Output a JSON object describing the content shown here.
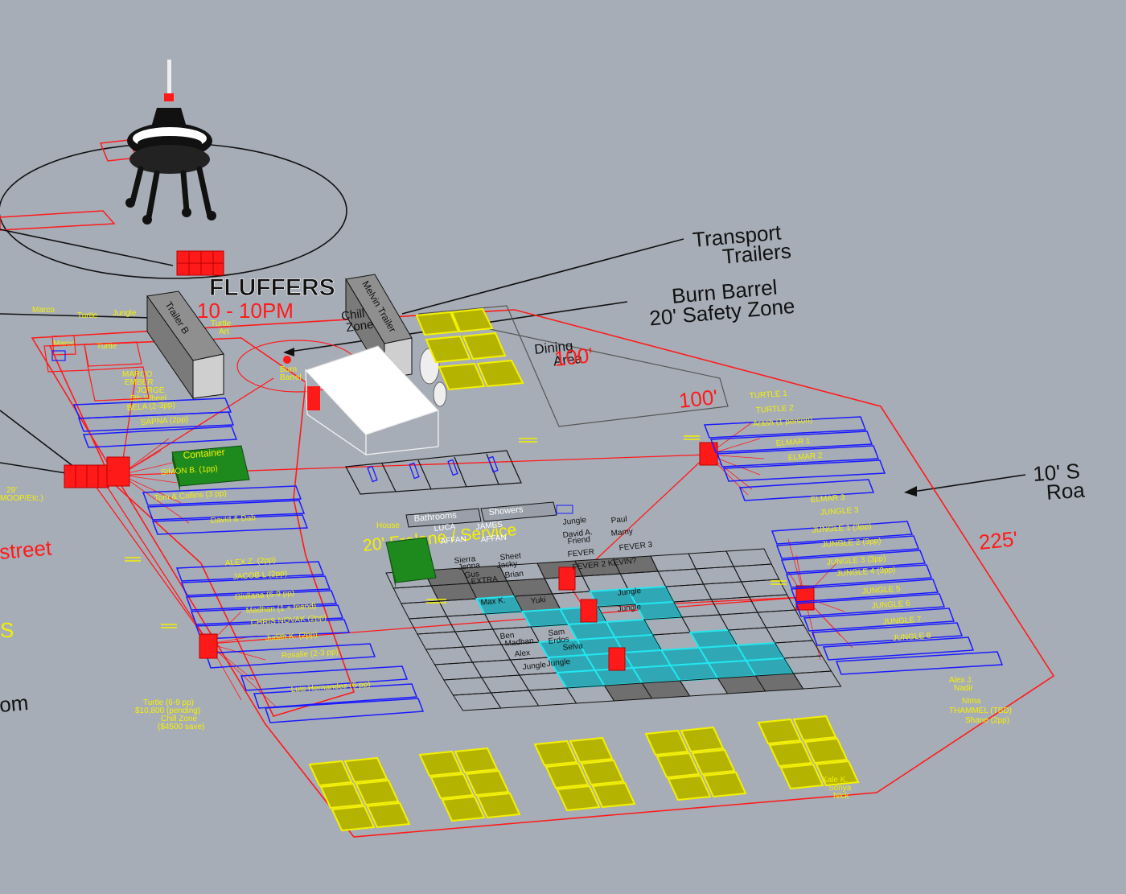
{
  "callouts": {
    "transport": [
      "Transport",
      "Trailers"
    ],
    "burn_barrel": [
      "Burn Barrel",
      "20' Safety Zone"
    ],
    "road": [
      "10' S",
      "Roa"
    ]
  },
  "dimensions": {
    "d100_top": "100'",
    "d100_right": "100'",
    "d225": "225'",
    "time_range": "10 - 10PM"
  },
  "left_edge": {
    "street": "street",
    "om": "om",
    "s": "S",
    "moop": [
      "29'",
      "MOOP/Etc.)"
    ]
  },
  "structures": {
    "fluffers": "FLUFFERS",
    "trailer_left": "Trailer B",
    "trailer_right": "Melvin Trailer",
    "chill_zone": [
      "Chill",
      "Zone"
    ],
    "dining": [
      "Dining",
      "Area"
    ],
    "burn_barrel_small": [
      "Burn",
      "Barrel"
    ],
    "container": "Container",
    "bathrooms": "Bathrooms",
    "showers": "Showers",
    "service": "20' Frelane / Service",
    "house": "House",
    "fever_mark": "FEVER 2 KEVIN?"
  },
  "left_slots": [
    "BELA (2-3pp)",
    "SAPNA (2pp)",
    "SIMON B. (1pp)",
    "Tom & Collins (3 pp)",
    "David & Dab",
    "ALEX Z. (2pp)",
    "JACOB L (2pp)",
    "Giuliana (6-9 pp)",
    "Madhan (1 + friend)",
    "CHRIS NOVAK (2pp)",
    "Judith K. (2pp)",
    "Rosalie (2-3 pp)",
    "Luis Hernandez (6 pp)"
  ],
  "left_upper": [
    "Marco",
    "Turtle",
    "Jungle",
    "Marco",
    "Turtle",
    "MARCO",
    "EMBER",
    "JORGE",
    "5th Wheel",
    "Turtle",
    "Art"
  ],
  "right_slots": [
    "TURTLE 1",
    "TURTLE 2",
    "Arash (1 person)",
    "ELMAR 1",
    "ELMAR 2",
    "ELMAR 3",
    "JUNGLE 3",
    "JUNGLE 1 (3pp)",
    "JUNGLE 2 (3pp)",
    "JUNGLE 3 (3pp)",
    "JUNGLE 4 (3pp)",
    "JUNGLE 5",
    "JUNGLE 6",
    "JUNGLE 7",
    "JUNGLE 8"
  ],
  "right_bottom_names": [
    "Alex J.",
    "Nadir",
    "Nima",
    "THAMMEL (TBD)",
    "Shane (2pp)"
  ],
  "budget_notes": [
    "Turtle (6-9 pp)",
    "$10,800 (pending)",
    "Chill Zone",
    "($4500 save)"
  ],
  "grid_names": [
    "LUCA",
    "JAMES",
    "AFFAN",
    "AFFAN",
    "Sierra",
    "Sheet",
    "Jenna",
    "Jacky",
    "Gus",
    "EXTRA",
    "Brian",
    "Jungle",
    "Paul",
    "David A.",
    "Mamy",
    "Friend",
    "FEVER",
    "FEVER 3",
    "Max K.",
    "Yuki",
    "Jungle",
    "Jungle",
    "Ben",
    "Madhan",
    "Sam",
    "Erdos",
    "Alex",
    "Selva",
    "Jungle",
    "Jungle"
  ],
  "bottom_right_names": [
    "Kale K.",
    "Sonya",
    "Nick"
  ],
  "colors": {
    "background": "#a7adb7",
    "boundary": "#ff1a1a",
    "slot_outline": "#1a1aff",
    "solar_fill": "#b4b400",
    "solar_edge": "#f4f000",
    "tent_fill": "#2fa7b4",
    "tent_edge": "#22e6f0",
    "container": "#1e8a1e"
  }
}
